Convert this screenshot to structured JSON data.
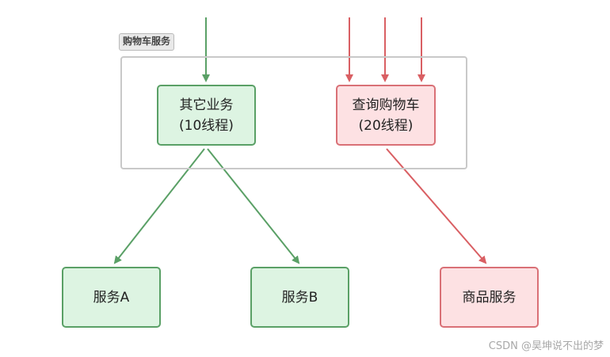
{
  "group": {
    "label": "购物车服务"
  },
  "nodes": {
    "other_business": {
      "title": "其它业务",
      "threads": "(10线程)"
    },
    "query_cart": {
      "title": "查询购物车",
      "threads": "(20线程)"
    },
    "service_a": {
      "title": "服务A"
    },
    "service_b": {
      "title": "服务B"
    },
    "product_service": {
      "title": "商品服务"
    }
  },
  "colors": {
    "green_fill": "#ddf4e2",
    "green_stroke": "#5aa066",
    "red_fill": "#fde1e3",
    "red_stroke": "#d97076"
  },
  "watermark": "CSDN @昊坤说不出的梦"
}
